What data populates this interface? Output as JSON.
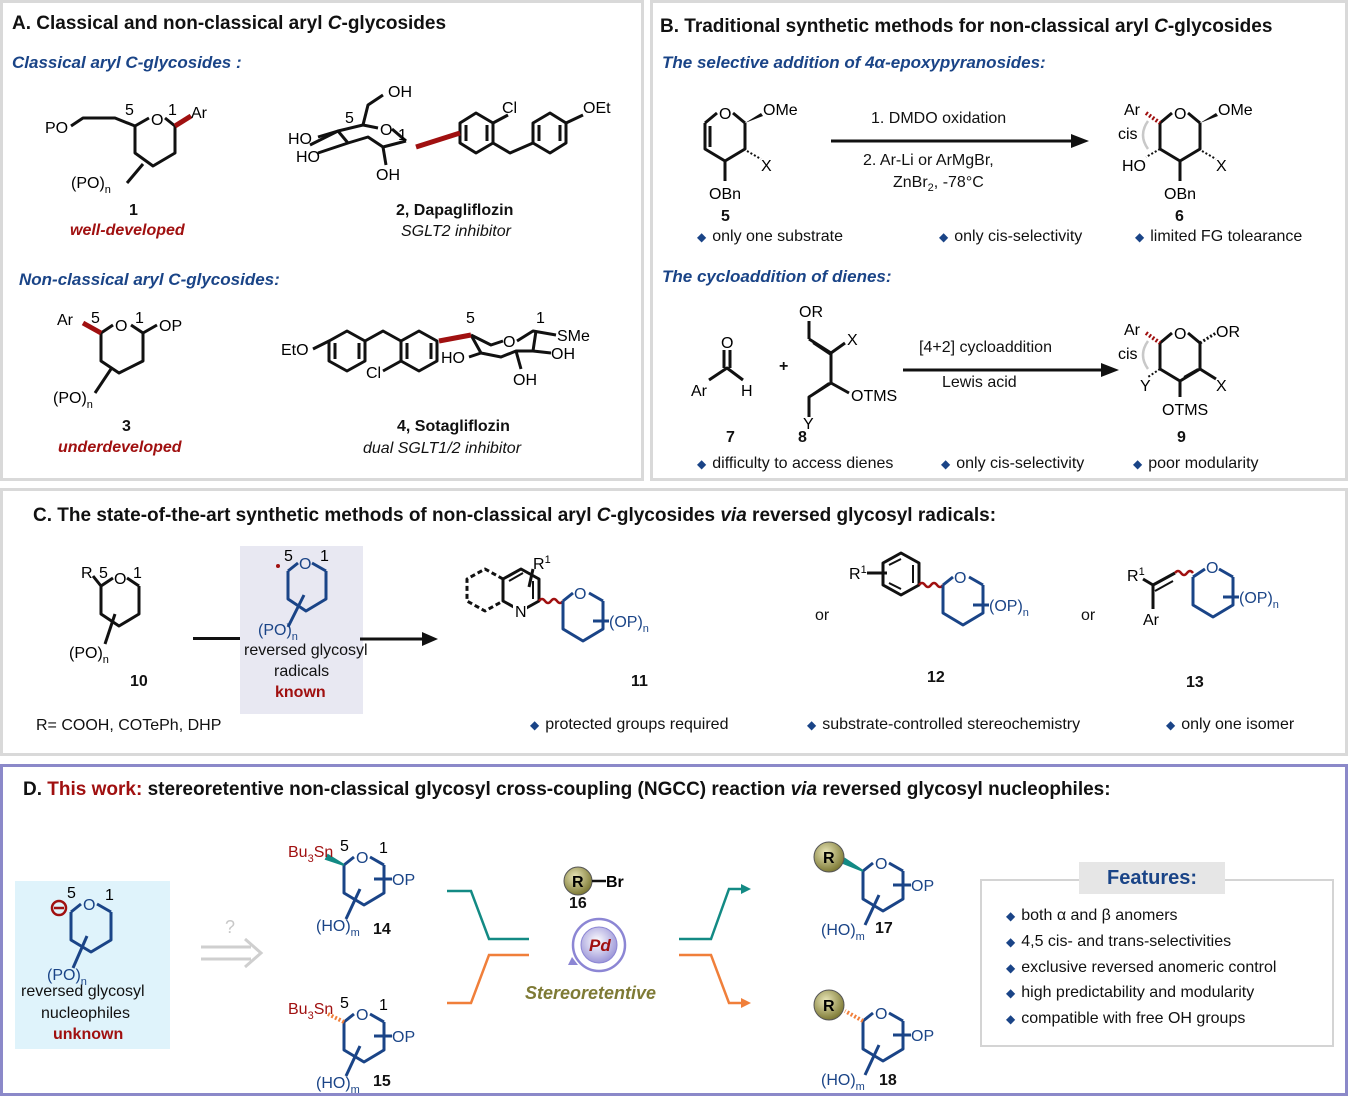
{
  "panelA": {
    "title_pre": "A. Classical and non-classical aryl ",
    "title_it": "C",
    "title_post": "-glycosides",
    "classical_heading": "Classical aryl C-glycosides",
    "classical_colon": " :",
    "nonclassical_heading": "Non-classical aryl C-glycosides",
    "nonclassical_colon": ":",
    "compound1": {
      "number": "1",
      "note": "well-developed"
    },
    "compound2": {
      "number": "2",
      "name": "Dapagliflozin",
      "desc": "SGLT2 inhibitor"
    },
    "compound3": {
      "number": "3",
      "note": "underdeveloped"
    },
    "compound4": {
      "number": "4",
      "name": "Sotagliflozin",
      "desc": "dual SGLT1/2 inhibitor"
    },
    "atoms": {
      "PO": "PO",
      "O": "O",
      "Ar": "Ar",
      "OP": "OP",
      "c5": "5",
      "c1": "1",
      "PO_n": "(PO)",
      "n": "n",
      "OH": "OH",
      "HO": "HO",
      "Cl": "Cl",
      "OEt": "OEt",
      "EtO": "EtO",
      "SMe": "SMe"
    }
  },
  "panelB": {
    "title_pre": "B. Traditional synthetic methods for non-classical aryl ",
    "title_it": "C",
    "title_post": "-glycosides",
    "method1_heading": "The selective addition of 4α-epoxypyranosides:",
    "method1_step1": "1. DMDO oxidation",
    "method1_step2a": "2. Ar-Li or ArMgBr,",
    "method1_step2b": "ZnBr",
    "method1_step2b_sub": "2",
    "method1_step2b_post": ", -78°C",
    "compound5": "5",
    "compound6": "6",
    "method1_bullets": [
      "only one substrate",
      "only cis-selectivity",
      "limited FG tolearance"
    ],
    "method2_heading": "The cycloaddition of dienes:",
    "method2_cond1": "[4+2] cycloaddition",
    "method2_cond2": "Lewis acid",
    "compound7": "7",
    "compound8": "8",
    "compound9": "9",
    "plus": "+",
    "cis": "cis",
    "method2_bullets": [
      "difficulty to access dienes",
      "only cis-selectivity",
      "poor modularity"
    ],
    "atoms": {
      "OMe": "OMe",
      "X": "X",
      "OBn": "OBn",
      "Ar": "Ar",
      "HO": "HO",
      "O": "O",
      "H": "H",
      "OR": "OR",
      "OTMS": "OTMS",
      "Y": "Y"
    }
  },
  "panelC": {
    "title_pre": "C. The state-of-the-art synthetic methods of non-classical aryl ",
    "title_it1": "C",
    "title_mid": "-glycosides ",
    "title_it2": "via",
    "title_post": " reversed glycosyl radicals:",
    "compound10": "10",
    "r_definition": "R= COOH, COTePh, DHP",
    "radical_box": {
      "line1": "reversed glycosyl",
      "line2": "radicals",
      "status": "known"
    },
    "compound11": "11",
    "compound12": "12",
    "compound13": "13",
    "or": "or",
    "bullets": [
      "protected groups required",
      "substrate-controlled stereochemistry",
      "only one isomer"
    ],
    "atoms": {
      "R": "R",
      "R1": "R",
      "sup1": "1",
      "N": "N",
      "OP_n": "(OP)",
      "n": "n",
      "Ar": "Ar",
      "O": "O"
    }
  },
  "panelD": {
    "title_pre": "D. ",
    "title_red": "This work:",
    "title_mid": " stereoretentive non-classical glycosyl cross-coupling (NGCC) reaction ",
    "title_it": "via",
    "title_post": " reversed glycosyl nucleophiles:",
    "nucleophile_box": {
      "line1": "reversed glycosyl",
      "line2": "nucleophiles",
      "status": "unknown"
    },
    "question": "?",
    "compound14": "14",
    "compound15": "15",
    "compound16": "16",
    "compound17": "17",
    "compound18": "18",
    "reagent_R": "R",
    "reagent_Br": "Br",
    "catalyst": "Pd",
    "stereo_label": "Stereoretentive",
    "features_title": "Features:",
    "features": [
      "both α and β anomers",
      "4,5 cis- and trans-selectivities",
      "exclusive reversed anomeric control",
      "high predictability and modularity",
      "compatible with free OH groups"
    ],
    "atoms": {
      "Bu3Sn": "Bu",
      "sub3": "3",
      "Sn": "Sn",
      "OP": "OP",
      "HO_m": "(HO)",
      "m": "m"
    },
    "colors": {
      "teal": "#138a84",
      "orange": "#f07f3a",
      "navy": "#1a4487",
      "red": "#a01010",
      "olive": "#7e7a35"
    }
  }
}
